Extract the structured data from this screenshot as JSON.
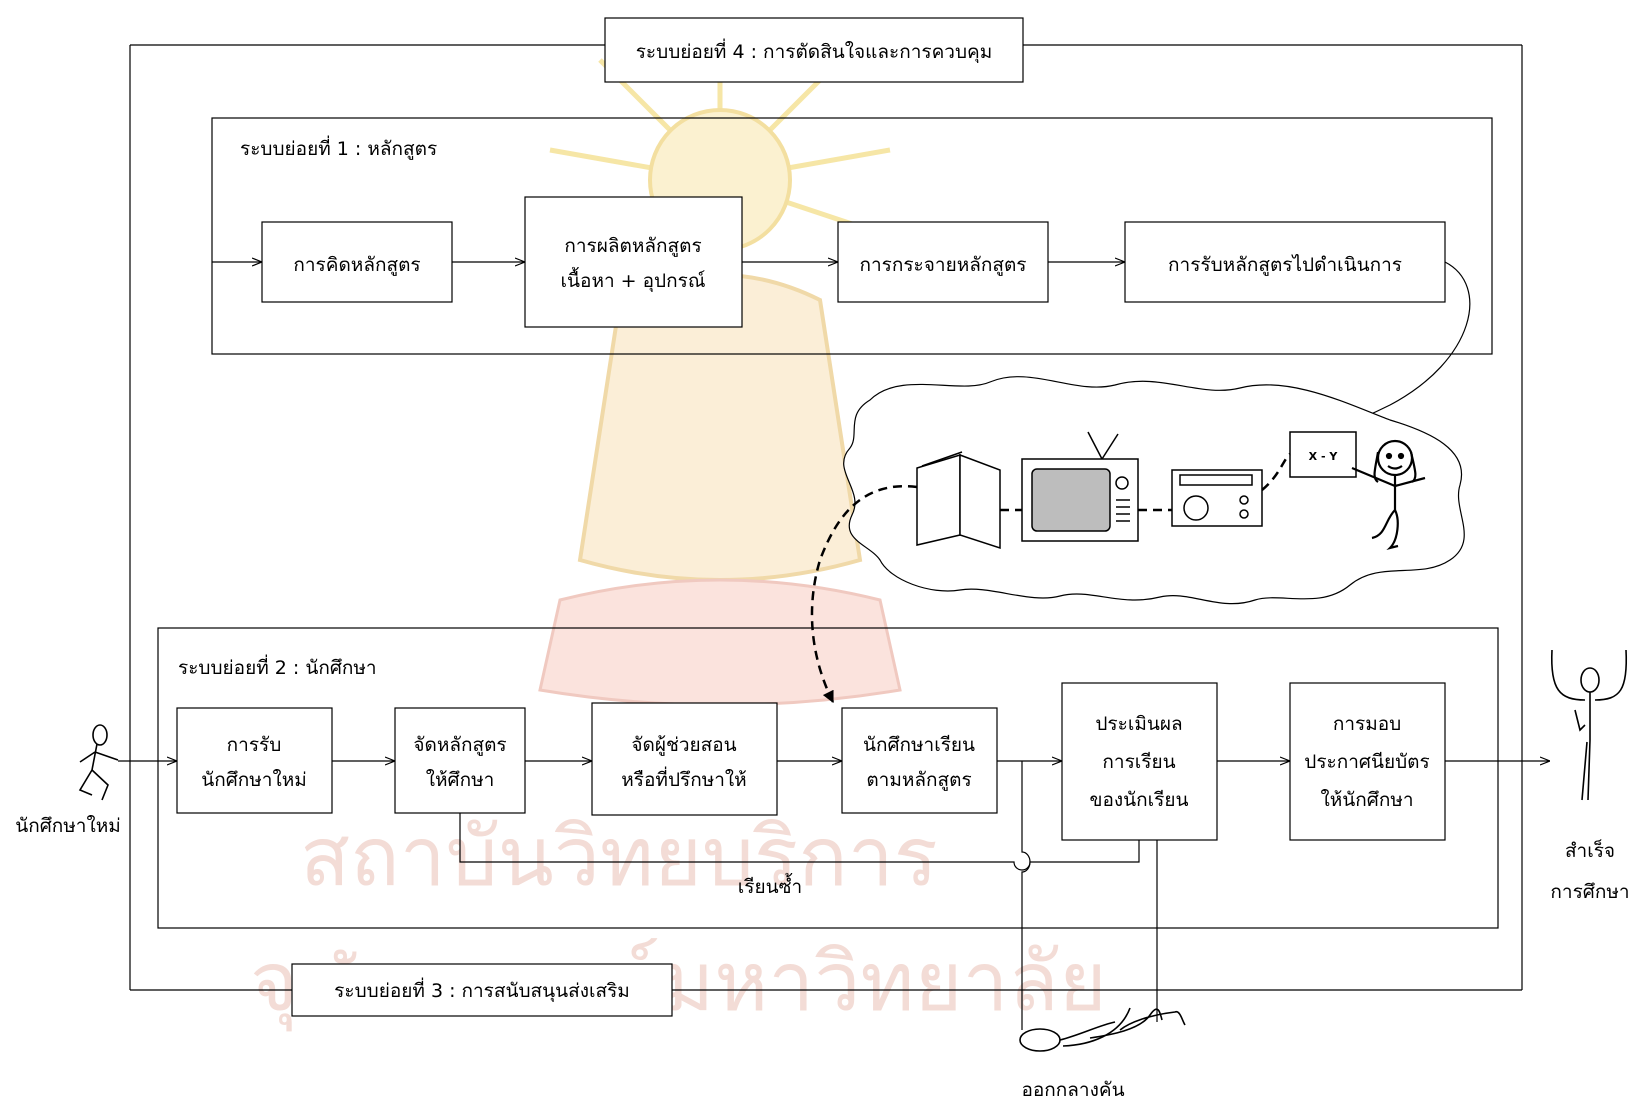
{
  "subsystem4": {
    "label": "ระบบย่อยที่ 4 : การตัดสินใจและการควบคุม"
  },
  "subsystem1": {
    "label": "ระบบย่อยที่ 1 : หลักสูตร",
    "steps": [
      {
        "lines": [
          "การคิดหลักสูตร"
        ]
      },
      {
        "lines": [
          "การผลิตหลักสูตร",
          "เนื้อหา + อุปกรณ์"
        ]
      },
      {
        "lines": [
          "การกระจายหลักสูตร"
        ]
      },
      {
        "lines": [
          "การรับหลักสูตรไปดำเนินการ"
        ]
      }
    ]
  },
  "media": {
    "board_text": "X - Y"
  },
  "subsystem2": {
    "label": "ระบบย่อยที่ 2 : นักศึกษา",
    "steps": [
      {
        "lines": [
          "การรับ",
          "นักศึกษาใหม่"
        ]
      },
      {
        "lines": [
          "จัดหลักสูตร",
          "ให้ศึกษา"
        ]
      },
      {
        "lines": [
          "จัดผู้ช่วยสอน",
          "หรือที่ปรึกษาให้"
        ]
      },
      {
        "lines": [
          "นักศึกษาเรียน",
          "ตามหลักสูตร"
        ]
      },
      {
        "lines": [
          "ประเมินผล",
          "การเรียน",
          "ของนักเรียน"
        ]
      },
      {
        "lines": [
          "การมอบ",
          "ประกาศนียบัตร",
          "ให้นักศึกษา"
        ]
      }
    ],
    "loop_label": "เรียนซ้ำ"
  },
  "subsystem3": {
    "label": "ระบบย่อยที่ 3 : การสนับสนุนส่งเสริม"
  },
  "actors": {
    "new_student": "นักศึกษาใหม่",
    "graduate_line1": "สำเร็จ",
    "graduate_line2": "การศึกษา",
    "dropout": "ออกกลางคัน"
  },
  "watermark": {
    "line1": "สถาบันวิทยบริการ",
    "line2": "จุฬาลงกรณ์มหาวิทยาลัย"
  }
}
